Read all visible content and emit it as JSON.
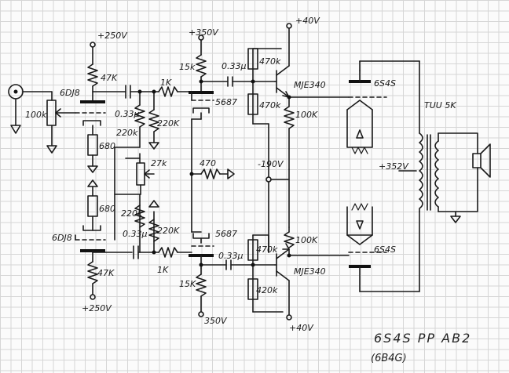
{
  "labels": {
    "b_top": "+250V",
    "b_bot": "+250V",
    "b350_top": "+350V",
    "b350_bot": "350V",
    "b40_top": "+40V",
    "b40_bot": "+40V",
    "r47k_top": "47K",
    "r47k_bot": "47K",
    "tube_6dj8_top": "6DJ8",
    "tube_6dj8_bot": "6DJ8",
    "pot_100k": "100k",
    "r680_top": "680",
    "r680_bot": "680",
    "cap033_in_top": "0.33μ",
    "cap033_in_bot": "0.33μ",
    "r220k_a": "220k",
    "r220k_b": "220K",
    "r220k_c": "220k",
    "r220k_d": "220K",
    "pot27k": "27k",
    "r1k_top": "1K",
    "r1k_bot": "1K",
    "r15k_top": "15k",
    "r15k_bot": "15K",
    "tube_5687_top": "5687",
    "tube_5687_bot": "5687",
    "r470": "470",
    "cap033_mid_top": "0.33μ",
    "cap033_mid_bot": "0.33μ",
    "r470k_top1": "470k",
    "r470k_top2": "470k",
    "r470k_bot1": "470k",
    "r470k_bot2": "420k",
    "r100k_top": "100K",
    "r100k_bot": "100K",
    "mje_top": "MJE340",
    "mje_bot": "MJE340",
    "neg190": "-190V",
    "tube_6s4s_top": "6S4S",
    "tube_6s4s_bot": "6S4S",
    "ot_label": "TUU 5K",
    "ot_b_plus": "+352V",
    "title_main": "6S4S  PP  AB2",
    "title_sub": "(6B4G)"
  }
}
